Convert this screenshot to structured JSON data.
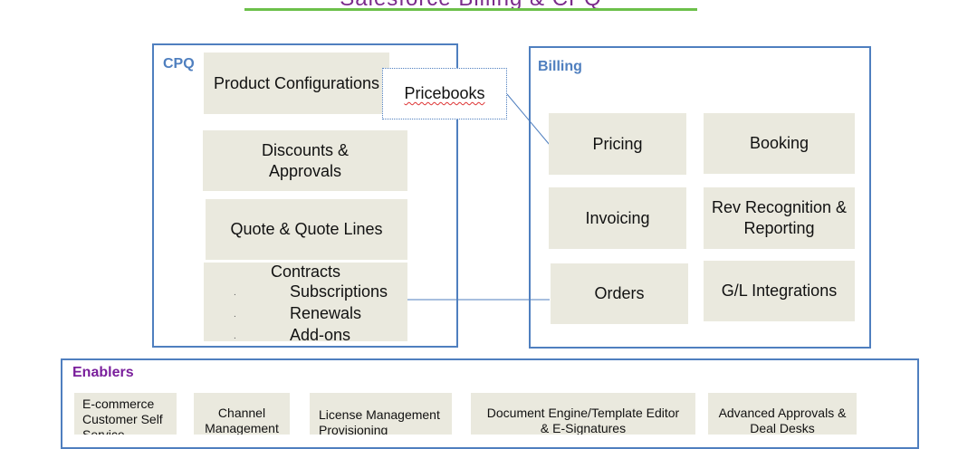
{
  "header": {
    "title": "Salesforce Billing & CPQ"
  },
  "colors": {
    "group_border": "#4f7fbf",
    "box_fill": "#eae9de",
    "accent_green": "#6cc04a",
    "enablers_label": "#7a1f9c"
  },
  "cpq": {
    "label": "CPQ",
    "product_configurations": "Product Configurations",
    "pricebooks": "Pricebooks",
    "discounts_line1": "Discounts &",
    "discounts_line2": "Approvals",
    "quote_lines": "Quote & Quote Lines",
    "contracts": {
      "title": "Contracts",
      "items": [
        "Subscriptions",
        "Renewals",
        "Add-ons"
      ]
    }
  },
  "billing": {
    "label": "Billing",
    "pricing": "Pricing",
    "booking": "Booking",
    "invoicing": "Invoicing",
    "rev_line1": "Rev Recognition &",
    "rev_line2": "Reporting",
    "orders": "Orders",
    "gl": "G/L Integrations"
  },
  "enablers": {
    "label": "Enablers",
    "items": [
      {
        "line1": "E-commerce",
        "line2": "Customer Self",
        "line3": "Service"
      },
      {
        "line1": "Channel",
        "line2": "Management",
        "line3": ""
      },
      {
        "line1": "License Management",
        "line2": "Provisioning",
        "line3": ""
      },
      {
        "line1": "Document Engine/Template Editor",
        "line2": "& E-Signatures",
        "line3": ""
      },
      {
        "line1": "Advanced Approvals &",
        "line2": "Deal Desks",
        "line3": ""
      }
    ]
  }
}
